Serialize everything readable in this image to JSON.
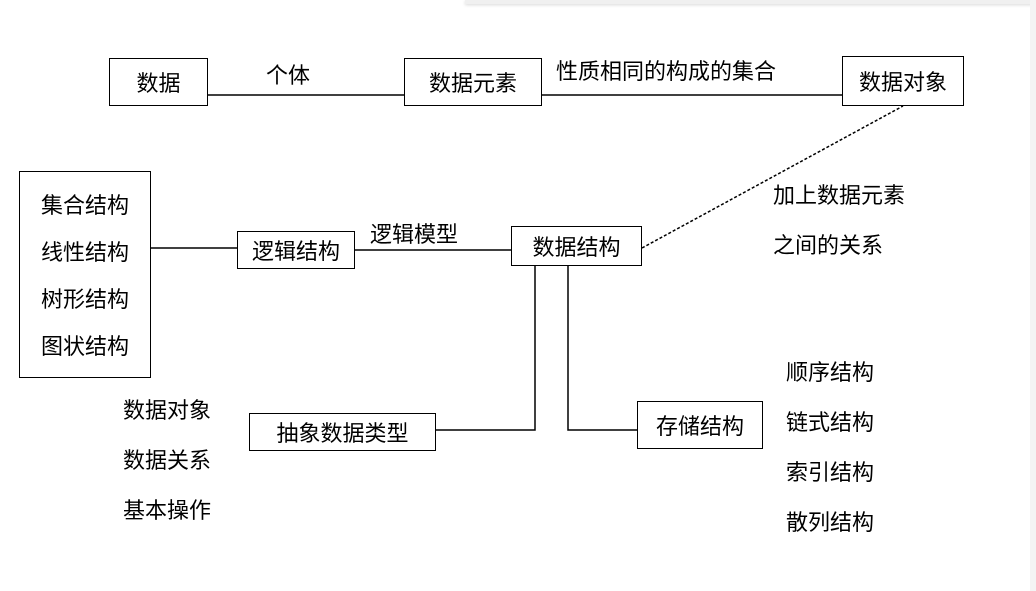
{
  "nodes": {
    "data": "数据",
    "data_element": "数据元素",
    "data_object": "数据对象",
    "data_structure": "数据结构",
    "logical_structure": "逻辑结构",
    "storage_structure": "存储结构",
    "abstract_data_type": "抽象数据类型"
  },
  "edge_labels": {
    "individual": "个体",
    "same_nature_set": "性质相同的构成的集合",
    "logical_model": "逻辑模型",
    "relation_line1": "加上数据元素",
    "relation_line2": "之间的关系"
  },
  "logical_types": [
    "集合结构",
    "线性结构",
    "树形结构",
    "图状结构"
  ],
  "adt_parts": [
    "数据对象",
    "数据关系",
    "基本操作"
  ],
  "storage_types": [
    "顺序结构",
    "链式结构",
    "索引结构",
    "散列结构"
  ]
}
